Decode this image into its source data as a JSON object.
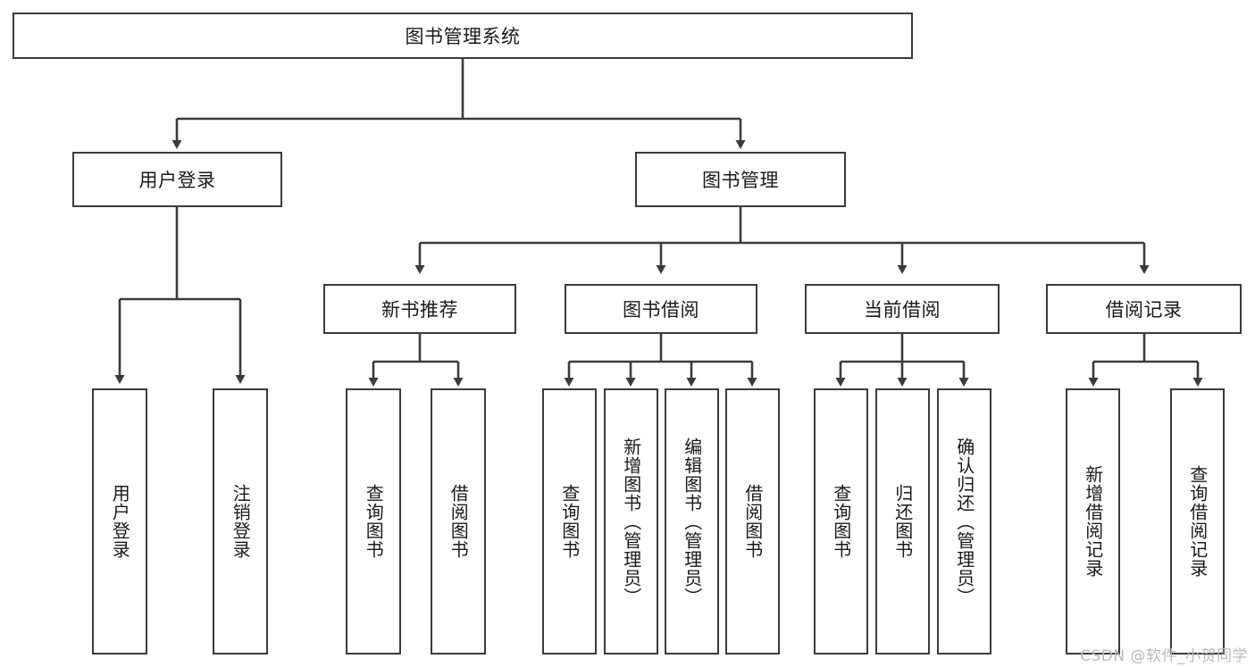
{
  "diagram": {
    "title_node": {
      "label": "图书管理系统"
    },
    "level2": [
      {
        "id": "user-login",
        "label": "用户登录"
      },
      {
        "id": "book-management",
        "label": "图书管理"
      }
    ],
    "level3": [
      {
        "id": "new-book-recommend",
        "label": "新书推荐"
      },
      {
        "id": "book-borrow",
        "label": "图书借阅"
      },
      {
        "id": "current-borrow",
        "label": "当前借阅"
      },
      {
        "id": "borrow-record",
        "label": "借阅记录"
      }
    ],
    "leaves": [
      {
        "id": "leaf-user-login",
        "label": "用户登录"
      },
      {
        "id": "leaf-logout-login",
        "label": "注销登录"
      },
      {
        "id": "leaf-query-book-1",
        "label": "查询图书"
      },
      {
        "id": "leaf-borrow-book-1",
        "label": "借阅图书"
      },
      {
        "id": "leaf-query-book-2",
        "label": "查询图书"
      },
      {
        "id": "leaf-add-book",
        "label": "新增图书（管理员）"
      },
      {
        "id": "leaf-edit-book",
        "label": "编辑图书（管理员）"
      },
      {
        "id": "leaf-borrow-book-2",
        "label": "借阅图书"
      },
      {
        "id": "leaf-query-book-3",
        "label": "查询图书"
      },
      {
        "id": "leaf-return-book",
        "label": "归还图书"
      },
      {
        "id": "leaf-confirm-return",
        "label": "确认归还（管理员）"
      },
      {
        "id": "leaf-add-borrow-record",
        "label": "新增借阅记录"
      },
      {
        "id": "leaf-query-borrow-record",
        "label": "查询借阅记录"
      }
    ]
  },
  "watermark": {
    "text": "CSDN @软件_小贺同学"
  },
  "colors": {
    "stroke": "#3b3b3b",
    "box_fill": "#ffffff",
    "text": "#1a1a1a",
    "watermark": "#b9b9b9",
    "page_background": "#ffffff"
  }
}
